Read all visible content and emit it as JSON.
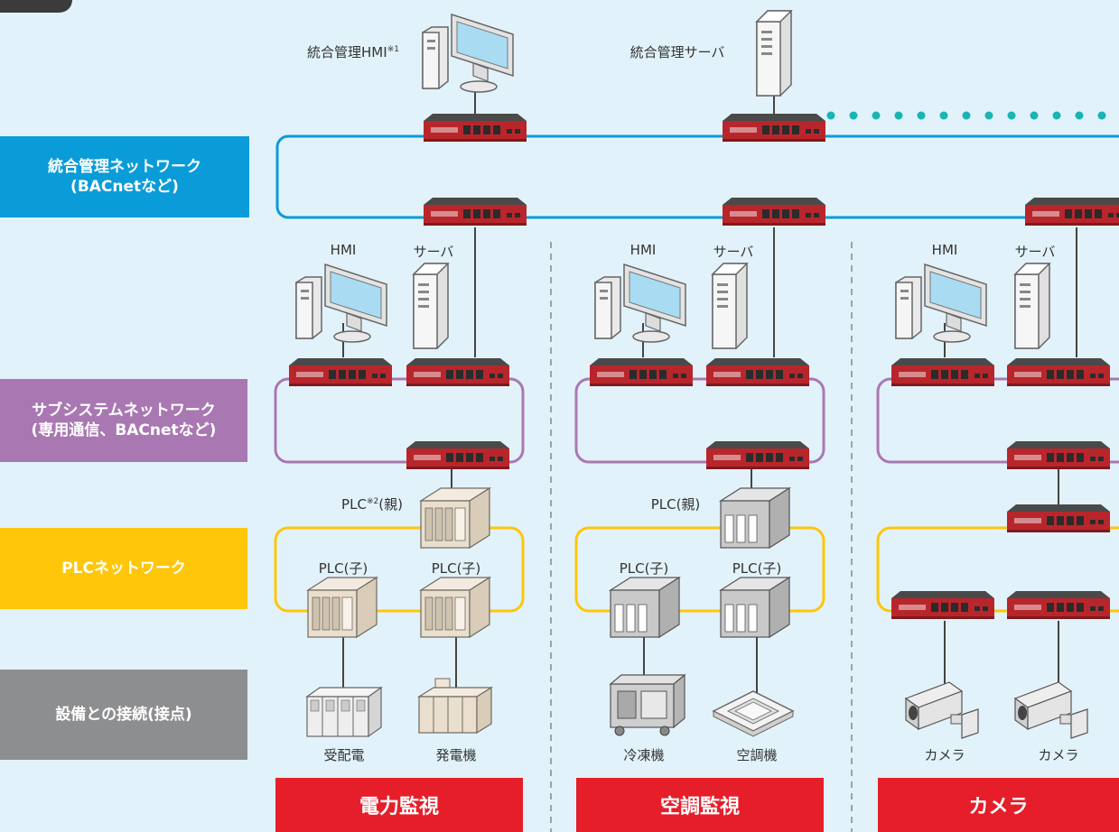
{
  "networks": [
    {
      "name": "統合管理ネットワーク\n(BACnetなど)",
      "color": "#0a9cd8"
    },
    {
      "name": "サブシステムネットワーク\n(専用通信、BACnetなど)",
      "color": "#a978b2"
    },
    {
      "name": "PLCネットワーク",
      "color": "#ffc60a"
    },
    {
      "name": "設備との接続(接点)",
      "color": "#8d8e90"
    }
  ],
  "top": {
    "hmi": "統合管理HMI",
    "hmi_note": "※1",
    "server": "統合管理サーバ"
  },
  "columns": [
    {
      "title": "電力監視",
      "hmi": "HMI",
      "server": "サーバ",
      "plc_parent": "PLC",
      "plc_parent_note": "※2",
      "plc_parent_suffix": "(親)",
      "plc_child_1": "PLC(子)",
      "plc_child_2": "PLC(子)",
      "equip_1": "受配電",
      "equip_2": "発電機"
    },
    {
      "title": "空調監視",
      "hmi": "HMI",
      "server": "サーバ",
      "plc_parent": "PLC(親)",
      "plc_child_1": "PLC(子)",
      "plc_child_2": "PLC(子)",
      "equip_1": "冷凍機",
      "equip_2": "空調機"
    },
    {
      "title": "カメラ",
      "hmi": "HMI",
      "server": "サーバ",
      "equip_1": "カメラ",
      "equip_2": "カメラ"
    }
  ],
  "colors": {
    "background": "#e2f2fa",
    "backbone": "#0a9cd8",
    "subsystem": "#a978b2",
    "plc": "#ffc60a",
    "footer": "#e61e2a",
    "switch": "#b8262c",
    "dots": "#18b5b3"
  },
  "icons": [
    "pc-icon",
    "server-icon",
    "switch-icon",
    "plc-icon",
    "switchgear-icon",
    "generator-icon",
    "chiller-icon",
    "ac-unit-icon",
    "camera-icon"
  ]
}
